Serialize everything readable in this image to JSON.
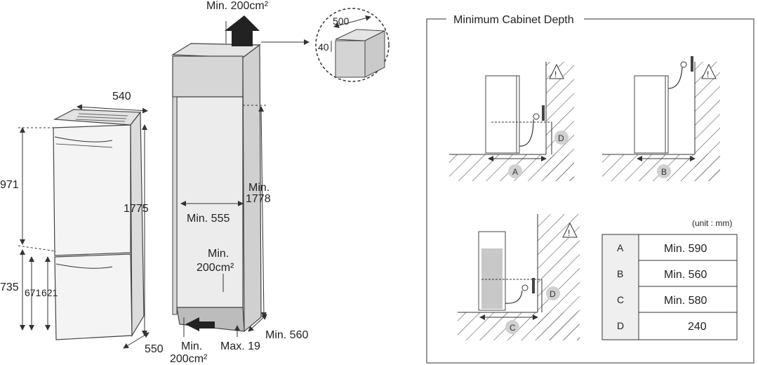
{
  "left_diagram": {
    "top_vent_label": "Min. 200cm²",
    "detail_width": "500",
    "detail_height": "40",
    "fridge_width": "540",
    "fridge_upper_height": "971",
    "fridge_lower_height": "735",
    "fridge_lower_h1": "671",
    "fridge_lower_h2": "621",
    "fridge_total_height": "1775",
    "fridge_depth": "550",
    "cabinet_width": "Min. 555",
    "cabinet_height_line1": "Min.",
    "cabinet_height_line2": "1778",
    "inner_vent_line1": "Min.",
    "inner_vent_line2": "200cm²",
    "bottom_vent_line1": "Min.",
    "bottom_vent_line2": "200cm²",
    "plinth_gap": "Max. 19",
    "cabinet_depth": "Min. 560"
  },
  "right_panel": {
    "title": "Minimum Cabinet Depth",
    "unit_note": "(unit : mm)",
    "marker_a": "A",
    "marker_b": "B",
    "marker_c": "C",
    "marker_d": "D",
    "table": [
      {
        "key": "A",
        "value": "Min. 590"
      },
      {
        "key": "B",
        "value": "Min. 560"
      },
      {
        "key": "C",
        "value": "Min. 580"
      },
      {
        "key": "D",
        "value": "240"
      }
    ]
  }
}
